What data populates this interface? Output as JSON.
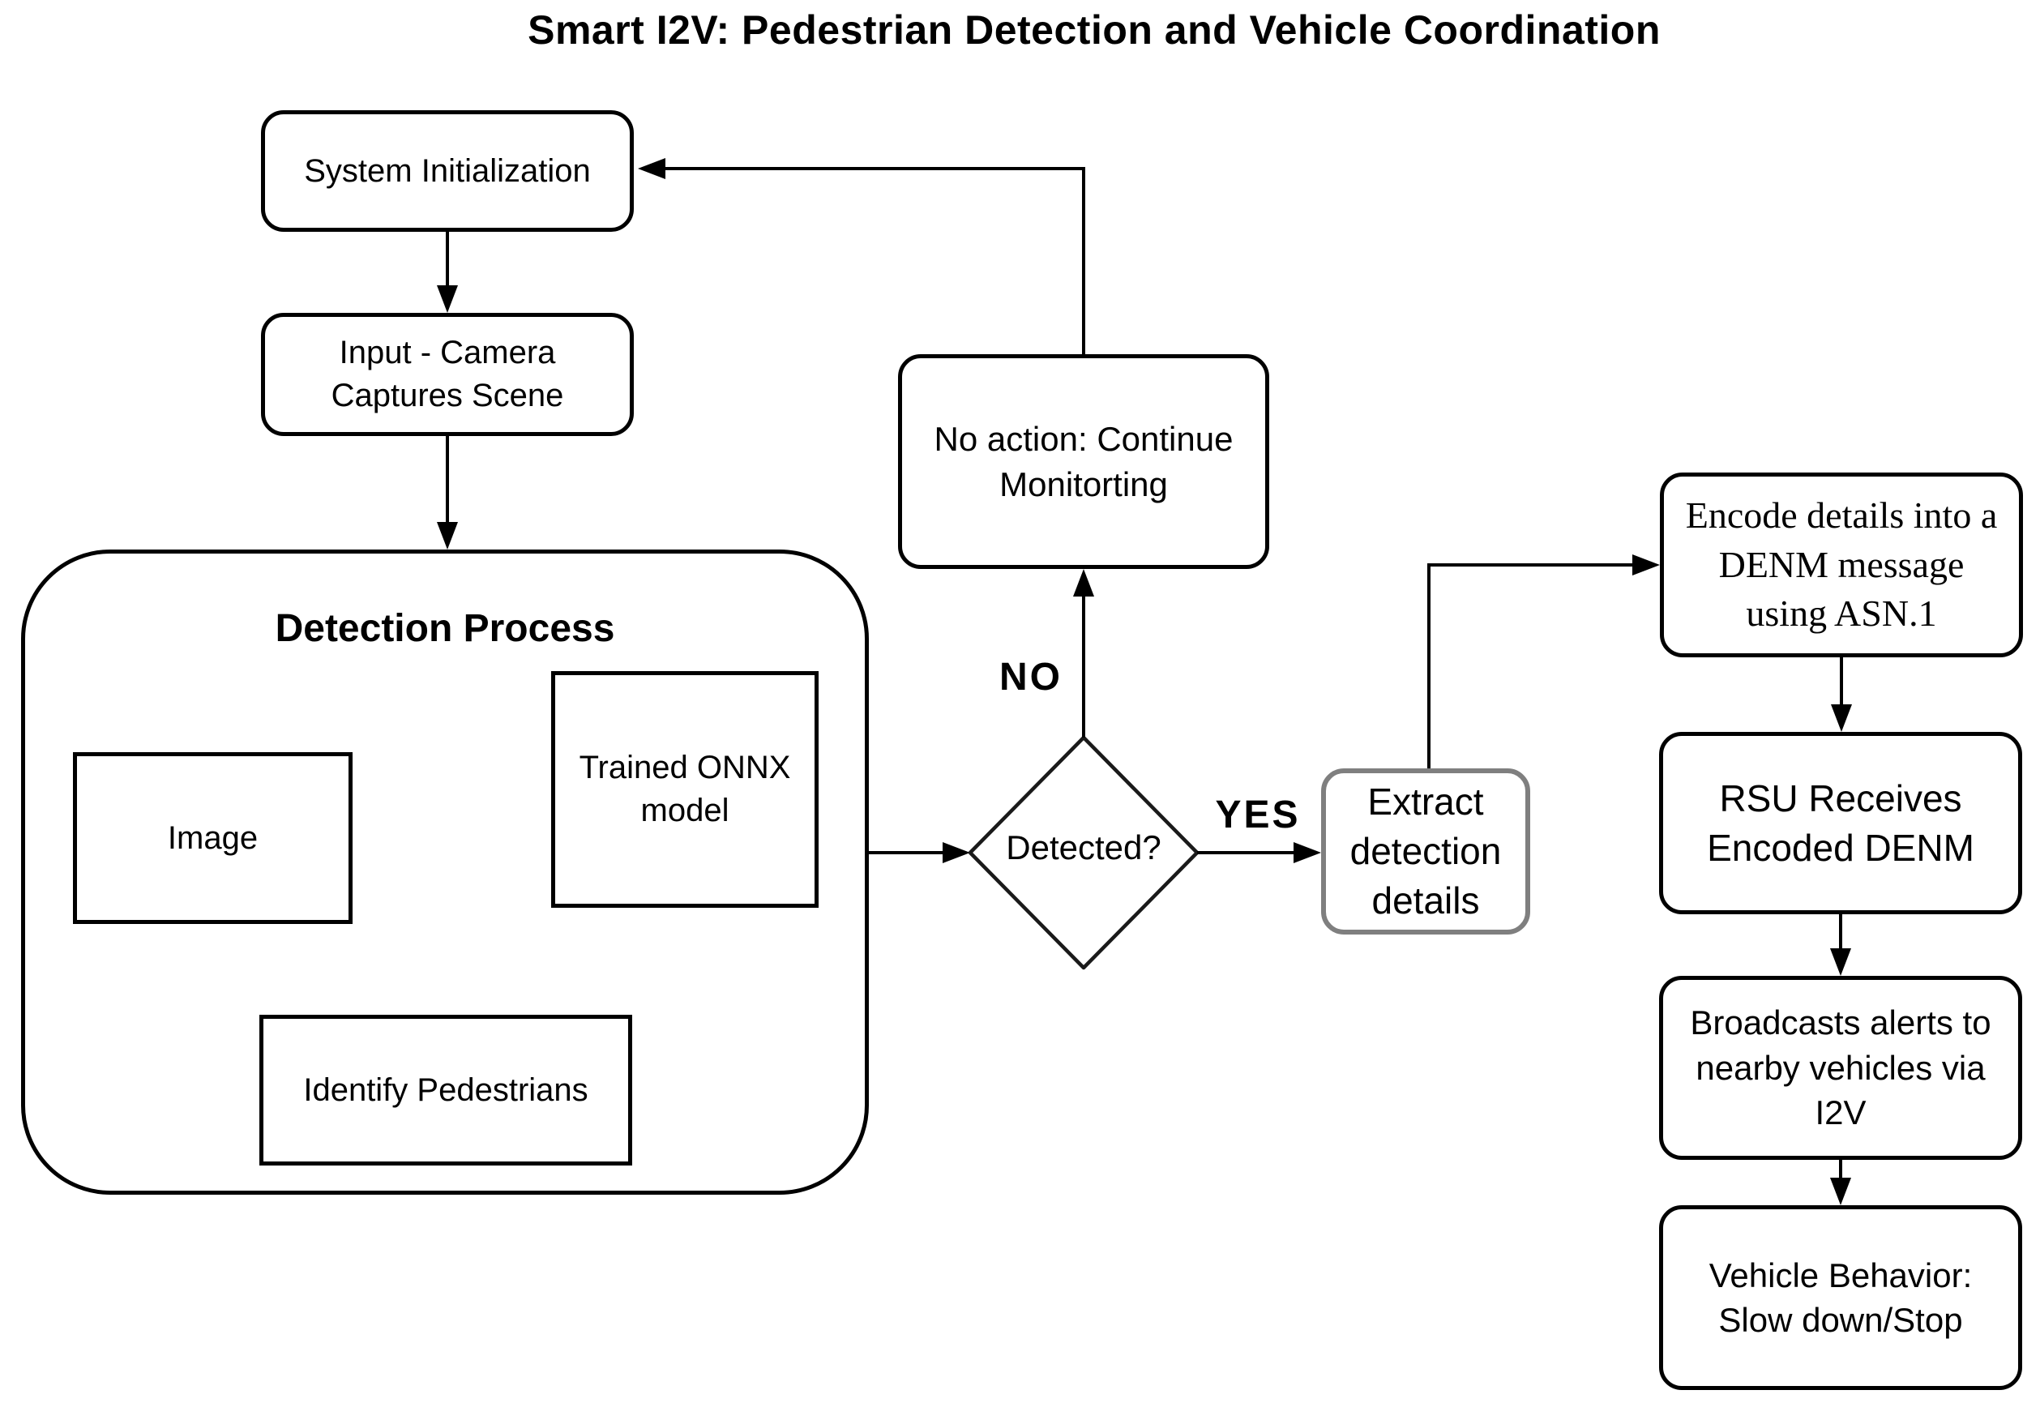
{
  "title": "Smart I2V: Pedestrian Detection and Vehicle Coordination",
  "colors": {
    "background": "#ffffff",
    "stroke": "#000000",
    "extract_box_border": "#7f7f7f",
    "elbow_gray_segment": "#9a9a9a"
  },
  "nodes": {
    "system_init": {
      "label": "System Initialization"
    },
    "camera_input": {
      "label": "Input - Camera\nCaptures Scene"
    },
    "detection_process": {
      "label": "Detection Process"
    },
    "image": {
      "label": "Image"
    },
    "onnx_model": {
      "label": "Trained ONNX\nmodel"
    },
    "identify_pedestrians": {
      "label": "Identify Pedestrians"
    },
    "detected": {
      "label": "Detected?"
    },
    "no_action": {
      "label": "No action: Continue\nMonitorting"
    },
    "extract_details": {
      "label": "Extract\ndetection\ndetails"
    },
    "encode_denm": {
      "label": "Encode details into a\nDENM message\nusing ASN.1"
    },
    "rsu_receives": {
      "label": "RSU Receives\nEncoded DENM"
    },
    "broadcast_alerts": {
      "label": "Broadcasts alerts to\nnearby vehicles via\nI2V"
    },
    "vehicle_behavior": {
      "label": "Vehicle Behavior:\nSlow down/Stop"
    }
  },
  "edges": {
    "no_label": "NO",
    "yes_label": "YES"
  }
}
